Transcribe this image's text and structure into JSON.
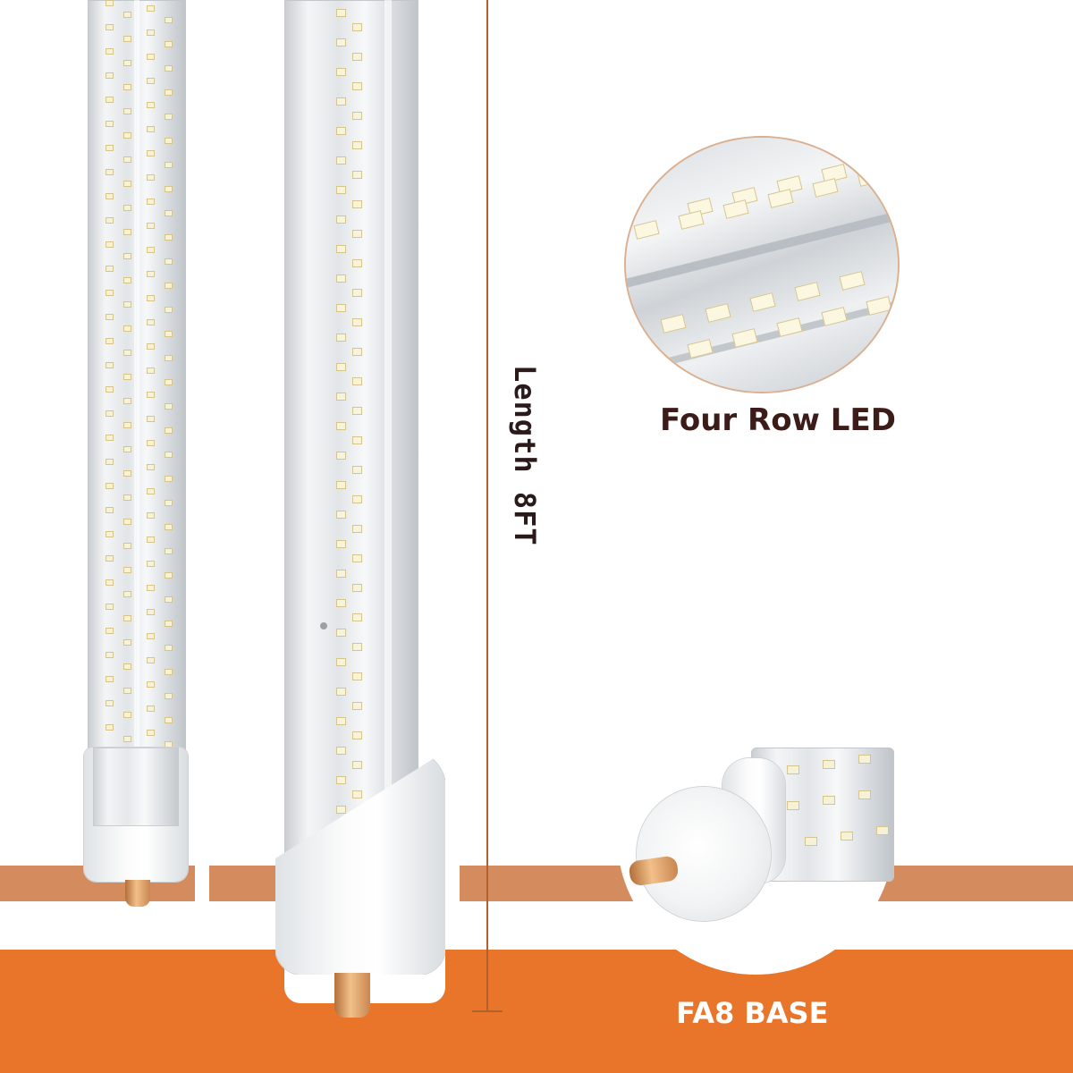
{
  "product": {
    "length_label": "Length 8FT",
    "feature_label": "Four Row LED",
    "base_label": "FA8 BASE"
  },
  "icons": {
    "zoom_circle": "led-closeup-image",
    "base_closeup": "fa8-base-image"
  },
  "colors": {
    "accent_orange": "#e9752a",
    "light_orange": "#d48c5e",
    "text_dark": "#3b1c18"
  }
}
